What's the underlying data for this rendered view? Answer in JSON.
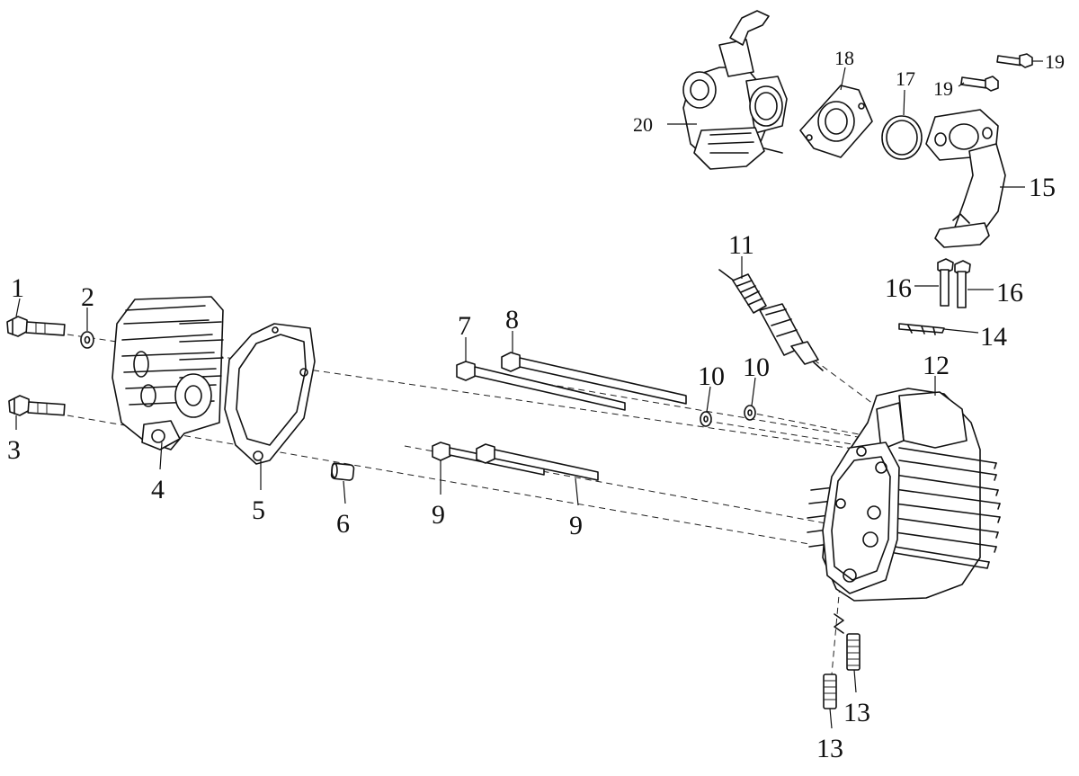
{
  "callouts": {
    "c1": "1",
    "c2": "2",
    "c3": "3",
    "c4": "4",
    "c5": "5",
    "c6": "6",
    "c7": "7",
    "c8": "8",
    "c9a": "9",
    "c9b": "9",
    "c10a": "10",
    "c10b": "10",
    "c11": "11",
    "c12": "12",
    "c13a": "13",
    "c13b": "13",
    "c14": "14",
    "c15": "15",
    "c16a": "16",
    "c16b": "16",
    "c17": "17",
    "c18": "18",
    "c19a": "19",
    "c19b": "19",
    "c20": "20"
  }
}
